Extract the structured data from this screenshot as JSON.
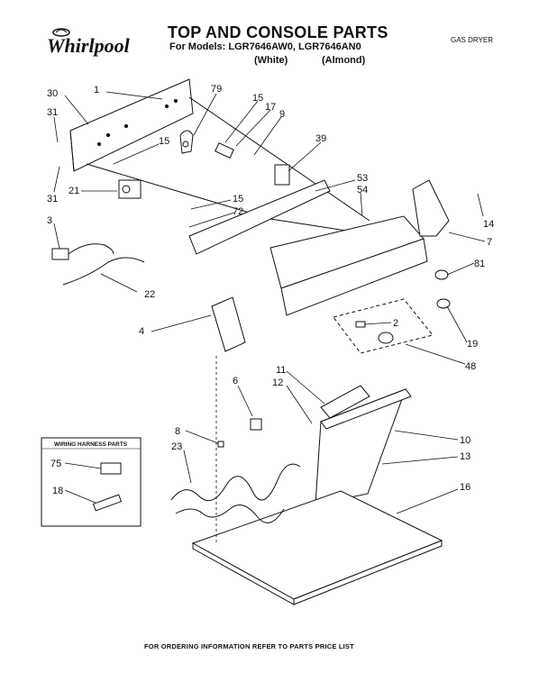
{
  "header": {
    "brand": "Whirlpool",
    "title": "TOP AND CONSOLE PARTS",
    "models_line": "For Models: LGR7646AW0, LGR7646AN0",
    "color_1": "(White)",
    "color_2": "(Almond)",
    "product_type": "GAS DRYER"
  },
  "callouts": [
    {
      "id": "c30",
      "label": "30"
    },
    {
      "id": "c1",
      "label": "1"
    },
    {
      "id": "c79",
      "label": "79"
    },
    {
      "id": "c15a",
      "label": "15"
    },
    {
      "id": "c17",
      "label": "17"
    },
    {
      "id": "c9",
      "label": "9"
    },
    {
      "id": "c31a",
      "label": "31"
    },
    {
      "id": "c15b",
      "label": "15"
    },
    {
      "id": "c39",
      "label": "39"
    },
    {
      "id": "c31b",
      "label": "31"
    },
    {
      "id": "c53",
      "label": "53"
    },
    {
      "id": "c54",
      "label": "54"
    },
    {
      "id": "c21",
      "label": "21"
    },
    {
      "id": "c15c",
      "label": "15"
    },
    {
      "id": "c72",
      "label": "72"
    },
    {
      "id": "c14",
      "label": "14"
    },
    {
      "id": "c3",
      "label": "3"
    },
    {
      "id": "c7",
      "label": "7"
    },
    {
      "id": "c81",
      "label": "81"
    },
    {
      "id": "c22",
      "label": "22"
    },
    {
      "id": "c2",
      "label": "2"
    },
    {
      "id": "c4",
      "label": "4"
    },
    {
      "id": "c19",
      "label": "19"
    },
    {
      "id": "c48",
      "label": "48"
    },
    {
      "id": "c11",
      "label": "11"
    },
    {
      "id": "c6",
      "label": "6"
    },
    {
      "id": "c12",
      "label": "12"
    },
    {
      "id": "c8",
      "label": "8"
    },
    {
      "id": "c10",
      "label": "10"
    },
    {
      "id": "c23",
      "label": "23"
    },
    {
      "id": "c13",
      "label": "13"
    },
    {
      "id": "c16",
      "label": "16"
    }
  ],
  "wiring_harness_box": {
    "title": "WIRING HARNESS PARTS",
    "items": [
      {
        "label": "75"
      },
      {
        "label": "18"
      }
    ]
  },
  "footer": {
    "note": "FOR ORDERING INFORMATION REFER TO PARTS PRICE LIST"
  }
}
